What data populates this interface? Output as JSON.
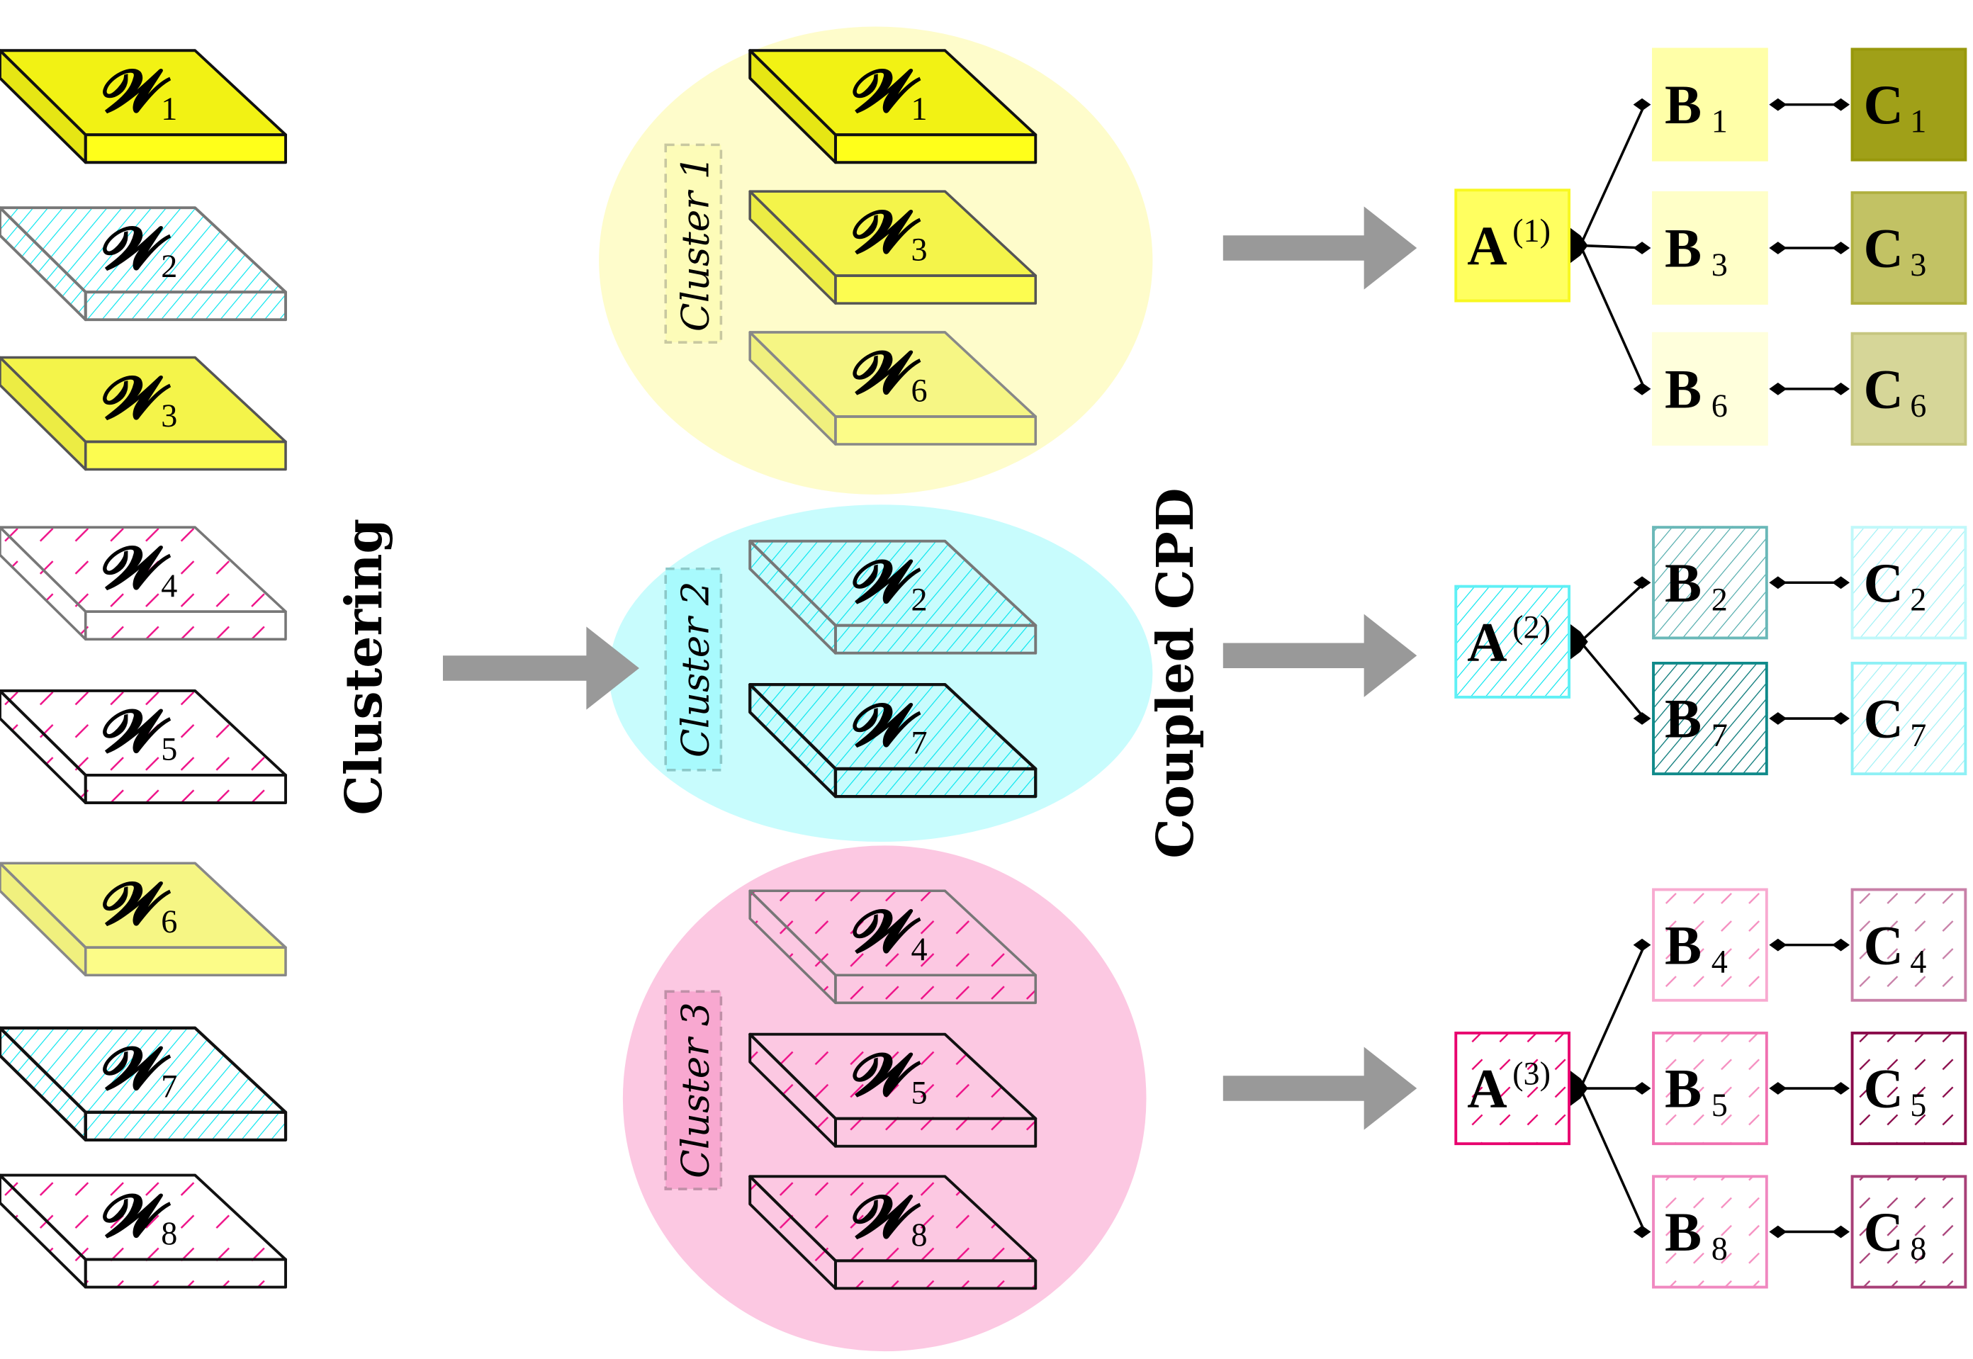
{
  "colors": {
    "yellow_strong": "#f5f51a",
    "yellow_mid": "#f5f550",
    "yellow_light": "#f8f88a",
    "cyan_hatch": "#00e5ee",
    "cyan_fill": "#c8fbff",
    "pink_hatch": "#ee1188",
    "pink_fill": "#fcc8e3",
    "cluster1_bg": "#fefccb",
    "cluster2_bg": "#c8fcfd",
    "cluster3_bg": "#fcc8e2",
    "arrow": "#999999",
    "olive_dark": "#a0a018",
    "olive_mid": "#c2c264",
    "olive_light": "#d6d698",
    "teal_mid": "#6ab8b8",
    "teal_dark": "#108a8a",
    "magenta": "#e8006e",
    "pink_b4": "#f8aad0",
    "pink_b5": "#f070b0",
    "pink_b8": "#f088c0",
    "maroon_c4": "#c880a8",
    "maroon_c5": "#8a0a4a",
    "maroon_c8": "#a84078"
  },
  "labels": {
    "clustering": "Clustering",
    "coupled_cpd": "Coupled CPD"
  },
  "input_tensors": [
    {
      "symbol": "𝓦",
      "sub": "1",
      "style": "solid-yellow"
    },
    {
      "symbol": "𝓦",
      "sub": "2",
      "style": "hatch-cyan"
    },
    {
      "symbol": "𝓦",
      "sub": "3",
      "style": "solid-yellow-mid"
    },
    {
      "symbol": "𝓦",
      "sub": "4",
      "style": "dash-pink"
    },
    {
      "symbol": "𝓦",
      "sub": "5",
      "style": "dash-pink"
    },
    {
      "symbol": "𝓦",
      "sub": "6",
      "style": "solid-yellow-light"
    },
    {
      "symbol": "𝓦",
      "sub": "7",
      "style": "hatch-cyan"
    },
    {
      "symbol": "𝓦",
      "sub": "8",
      "style": "dash-pink"
    }
  ],
  "clusters": [
    {
      "label": "Cluster 1",
      "members": [
        {
          "symbol": "𝓦",
          "sub": "1"
        },
        {
          "symbol": "𝓦",
          "sub": "3"
        },
        {
          "symbol": "𝓦",
          "sub": "6"
        }
      ],
      "shared_factor": {
        "symbol": "A",
        "sup": "(1)"
      },
      "factor_pairs": [
        {
          "b": "B",
          "b_sub": "1",
          "c": "C",
          "c_sub": "1"
        },
        {
          "b": "B",
          "b_sub": "3",
          "c": "C",
          "c_sub": "3"
        },
        {
          "b": "B",
          "b_sub": "6",
          "c": "C",
          "c_sub": "6"
        }
      ]
    },
    {
      "label": "Cluster 2",
      "members": [
        {
          "symbol": "𝓦",
          "sub": "2"
        },
        {
          "symbol": "𝓦",
          "sub": "7"
        }
      ],
      "shared_factor": {
        "symbol": "A",
        "sup": "(2)"
      },
      "factor_pairs": [
        {
          "b": "B",
          "b_sub": "2",
          "c": "C",
          "c_sub": "2"
        },
        {
          "b": "B",
          "b_sub": "7",
          "c": "C",
          "c_sub": "7"
        }
      ]
    },
    {
      "label": "Cluster 3",
      "members": [
        {
          "symbol": "𝓦",
          "sub": "4"
        },
        {
          "symbol": "𝓦",
          "sub": "5"
        },
        {
          "symbol": "𝓦",
          "sub": "8"
        }
      ],
      "shared_factor": {
        "symbol": "A",
        "sup": "(3)"
      },
      "factor_pairs": [
        {
          "b": "B",
          "b_sub": "4",
          "c": "C",
          "c_sub": "4"
        },
        {
          "b": "B",
          "b_sub": "5",
          "c": "C",
          "c_sub": "5"
        },
        {
          "b": "B",
          "b_sub": "8",
          "c": "C",
          "c_sub": "8"
        }
      ]
    }
  ]
}
